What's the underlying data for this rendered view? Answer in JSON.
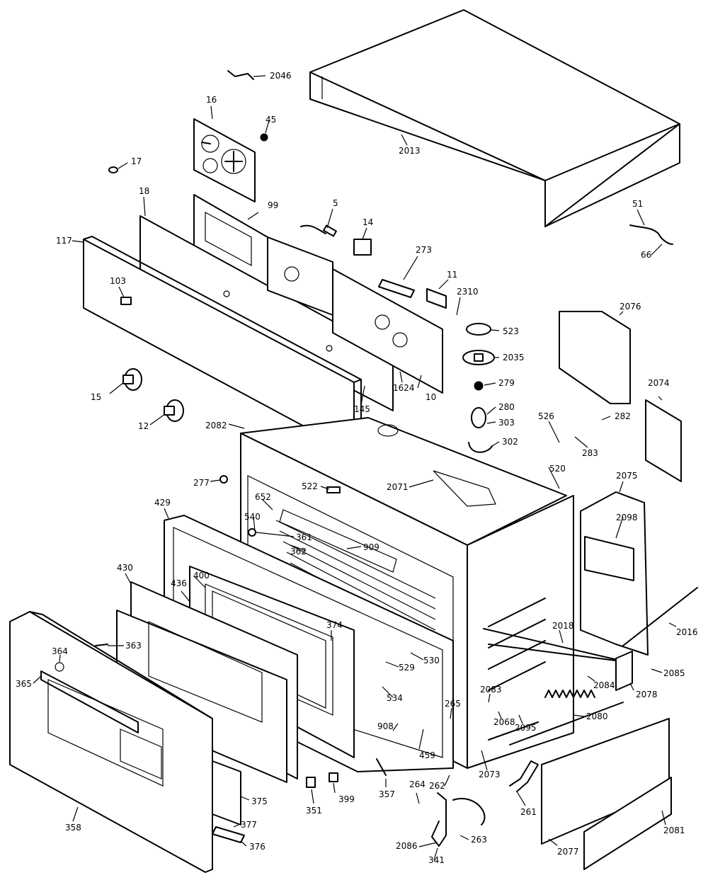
{
  "labels": {
    "2046": "2046",
    "2013": "2013",
    "16": "16",
    "45": "45",
    "17": "17",
    "18": "18",
    "99": "99",
    "5": "5",
    "14": "14",
    "273": "273",
    "11": "11",
    "2310": "2310",
    "51": "51",
    "66": "66",
    "117": "117",
    "103": "103",
    "523": "523",
    "2035": "2035",
    "2076": "2076",
    "279": "279",
    "1624": "1624",
    "10": "10",
    "15": "15",
    "145": "145",
    "280": "280",
    "303": "303",
    "2074": "2074",
    "526": "526",
    "282": "282",
    "283": "283",
    "12": "12",
    "2082": "2082",
    "302": "302",
    "520": "520",
    "2075": "2075",
    "277": "277",
    "522": "522",
    "2071": "2071",
    "429": "429",
    "652": "652",
    "540": "540",
    "361": "361",
    "909": "909",
    "362": "362",
    "2098": "2098",
    "430": "430",
    "400": "400",
    "436": "436",
    "374": "374",
    "2016": "2016",
    "2018": "2018",
    "363": "363",
    "364": "364",
    "365": "365",
    "529": "529",
    "530": "530",
    "2085": "2085",
    "2084": "2084",
    "2078": "2078",
    "2083": "2083",
    "265": "265",
    "534": "534",
    "2068": "2068",
    "2095": "2095",
    "2080": "2080",
    "908": "908",
    "459": "459",
    "2073": "2073",
    "264": "264",
    "262": "262",
    "261": "261",
    "357": "357",
    "351": "351",
    "399": "399",
    "375": "375",
    "358": "358",
    "377": "377",
    "376": "376",
    "2086": "2086",
    "263": "263",
    "341": "341",
    "2081": "2081",
    "2077": "2077"
  }
}
